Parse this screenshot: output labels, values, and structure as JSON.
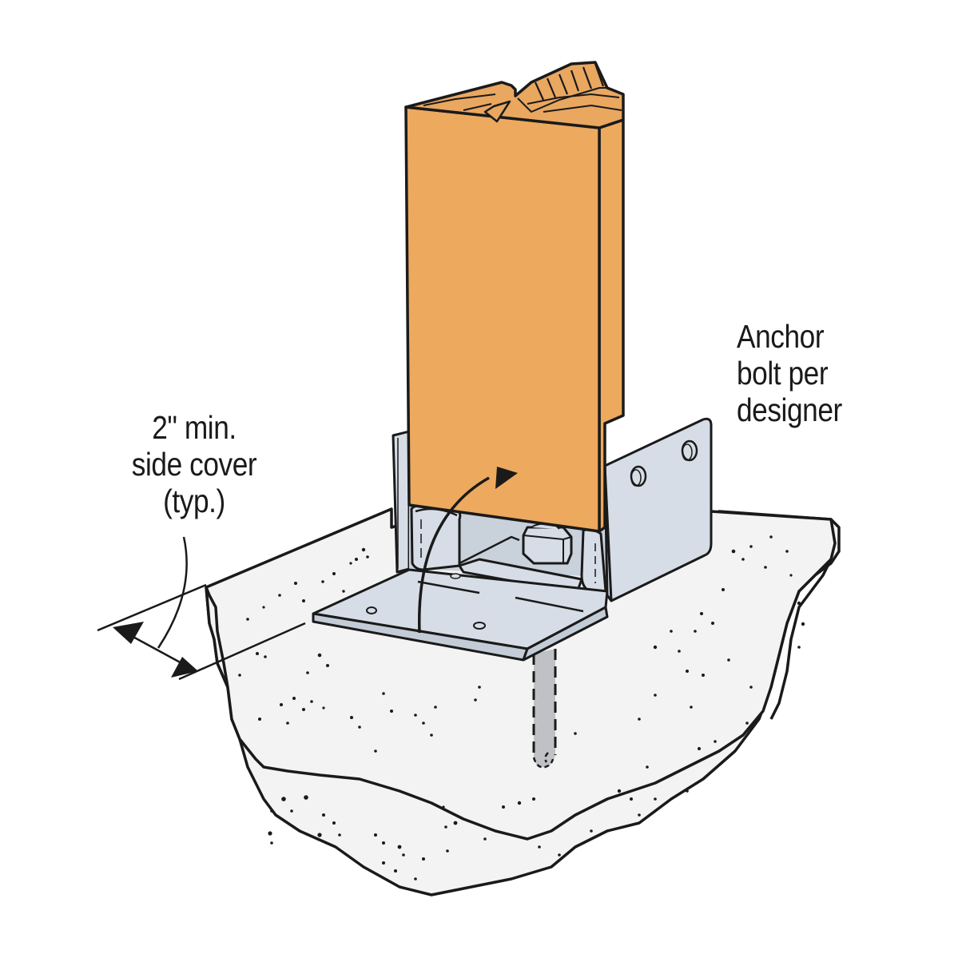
{
  "diagram": {
    "title": "Post base installation on concrete",
    "colors": {
      "wood": "#EDA95E",
      "wood_top": "#E9A760",
      "steel": "#D6DDE6",
      "steel_dark": "#C3CCD6",
      "concrete": "#F3F3F3",
      "anchor_bolt": "#BFC1C4",
      "outline": "#1A1A1A",
      "background": "#FFFFFF"
    },
    "labels": {
      "anchor_bolt": {
        "line1": "Anchor",
        "line2": "bolt per",
        "line3": "designer"
      },
      "side_cover": {
        "line1": "2\" min.",
        "line2": "side cover",
        "line3": "(typ.)"
      }
    },
    "components": [
      {
        "name": "wood-post",
        "description": "Wood post with cut end-grain top"
      },
      {
        "name": "post-base-connector",
        "description": "Galvanized steel standoff post base with two side bolt holes"
      },
      {
        "name": "hex-nut",
        "description": "Hex nut on anchor bolt"
      },
      {
        "name": "anchor-bolt",
        "description": "Embedded anchor bolt (hidden, dashed)"
      },
      {
        "name": "concrete-footing",
        "description": "Concrete footing with aggregate speckle"
      },
      {
        "name": "rotation-arrow",
        "description": "Curved arrow indicating post placement"
      },
      {
        "name": "side-cover-dimension",
        "description": "Dimension arrows for minimum side cover"
      }
    ]
  }
}
